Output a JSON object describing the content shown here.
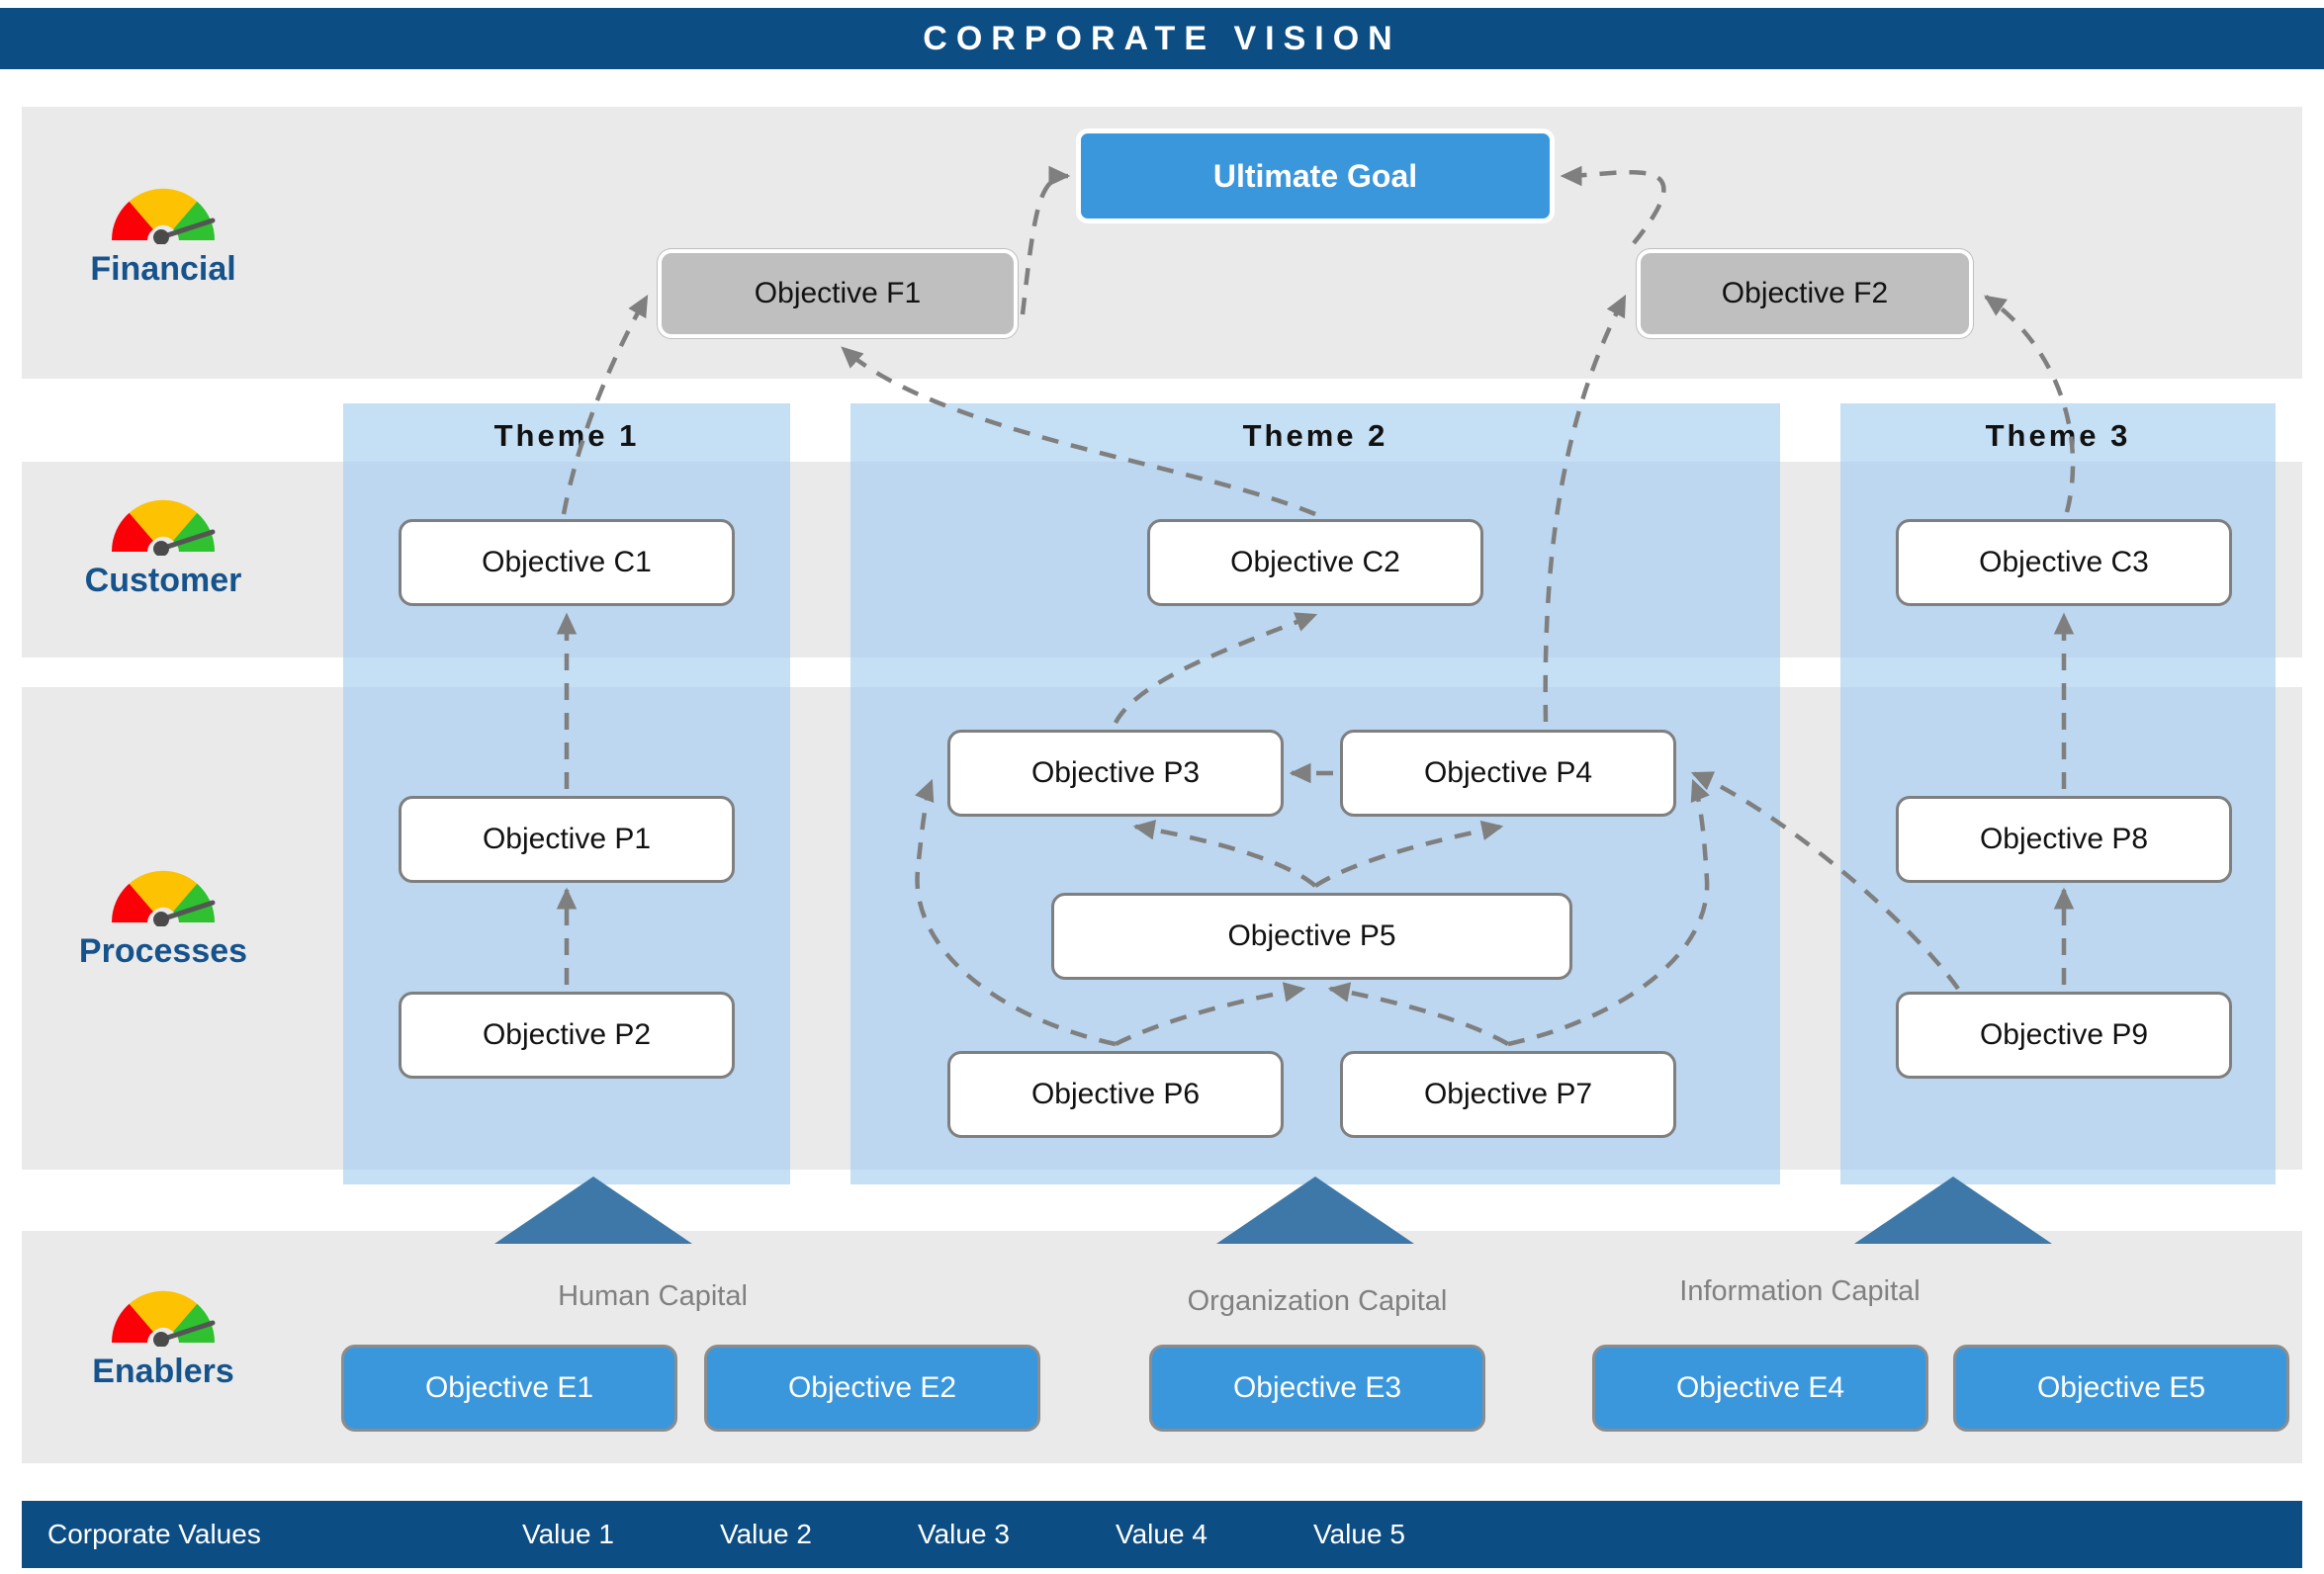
{
  "banner": {
    "title": "CORPORATE VISION"
  },
  "perspectives": [
    {
      "key": "financial",
      "label": "Financial",
      "icon": "gauge-icon"
    },
    {
      "key": "customer",
      "label": "Customer",
      "icon": "gauge-icon"
    },
    {
      "key": "processes",
      "label": "Processes",
      "icon": "gauge-icon"
    },
    {
      "key": "enablers",
      "label": "Enablers",
      "icon": "gauge-icon"
    }
  ],
  "themes": [
    {
      "id": "theme1",
      "label": "Theme 1"
    },
    {
      "id": "theme2",
      "label": "Theme 2"
    },
    {
      "id": "theme3",
      "label": "Theme 3"
    }
  ],
  "goal": {
    "label": "Ultimate Goal"
  },
  "objectives": {
    "f1": "Objective F1",
    "f2": "Objective F2",
    "c1": "Objective C1",
    "c2": "Objective C2",
    "c3": "Objective C3",
    "p1": "Objective P1",
    "p2": "Objective P2",
    "p3": "Objective P3",
    "p4": "Objective P4",
    "p5": "Objective P5",
    "p6": "Objective P6",
    "p7": "Objective P7",
    "p8": "Objective P8",
    "p9": "Objective P9",
    "e1": "Objective E1",
    "e2": "Objective E2",
    "e3": "Objective E3",
    "e4": "Objective E4",
    "e5": "Objective E5"
  },
  "capitals": [
    {
      "id": "human",
      "label": "Human Capital"
    },
    {
      "id": "organization",
      "label": "Organization Capital"
    },
    {
      "id": "information",
      "label": "Information Capital"
    }
  ],
  "values_bar": {
    "title": "Corporate Values",
    "items": [
      "Value 1",
      "Value 2",
      "Value 3",
      "Value 4",
      "Value 5"
    ]
  },
  "colors": {
    "banner_blue": "#0c4d84",
    "accent_blue": "#3a97dc",
    "theme_band": "#c5dff5",
    "row_band": "#eaeaea",
    "gray_box": "#bfbfbf",
    "label_blue": "#16538c",
    "connector_gray": "#7f7f7f",
    "caption_gray": "#808080",
    "triangle_blue": "#3d78a8",
    "gauge_red": "#fb0007",
    "gauge_yellow": "#fdc202",
    "gauge_green": "#2fc12f"
  }
}
